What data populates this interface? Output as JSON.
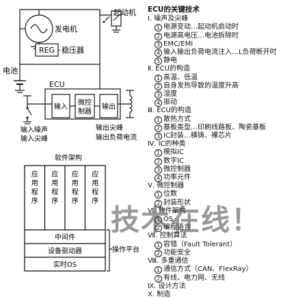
{
  "top_diagram": {
    "generator_label": "发电机",
    "starter_label": "起动机",
    "reg_label": "REG",
    "regulator_label": "稳压器",
    "battery_label": "电池",
    "ecu_label": "ECU",
    "input_block": "输入",
    "mcu_block_line1": "微控",
    "mcu_block_line2": "制器",
    "output_block": "输出",
    "input_noise_line1": "输入噪声",
    "input_noise_line2": "输入尖峰",
    "output_spike_line1": "输出尖峰",
    "output_spike_line2": "输出负荷电流"
  },
  "software_arch": {
    "title": "软件架构",
    "apps": [
      "应\n用\n程\n序",
      "应\n用\n程\n序",
      "应\n用\n程\n序",
      "应\n用\n程\n序"
    ],
    "middleware": "中间件",
    "device_driver": "设备驱动器",
    "rtos": "实时OS",
    "platform_label": "操作平台"
  },
  "tech_list": {
    "title": "ECU的关键技术",
    "sections": [
      {
        "label": "Ⅰ. 噪声及尖峰",
        "items": [
          {
            "num": "1",
            "text": "电源变动…起动机启动时"
          },
          {
            "num": "2",
            "text": "电源高电压…电池拆除时"
          },
          {
            "num": "3",
            "text": "EMC/EMI"
          },
          {
            "num": "4",
            "text": "输入输出负荷电流注入…L负荷断开时"
          },
          {
            "num": "5",
            "text": "静电"
          }
        ]
      },
      {
        "label": "Ⅱ. ECU的构造",
        "items": [
          {
            "num": "1",
            "text": "高温、低温"
          },
          {
            "num": "2",
            "text": "自身发热导致的温度升高"
          },
          {
            "num": "3",
            "text": "湿度"
          },
          {
            "num": "4",
            "text": "振动"
          }
        ]
      },
      {
        "label": "Ⅲ. ECU的构造",
        "items": [
          {
            "num": "1",
            "text": "散热方式"
          },
          {
            "num": "2",
            "text": "基板类型…印刷线路板、陶瓷基板"
          },
          {
            "num": "3",
            "text": "IC封装…横铸、裸芯片"
          }
        ]
      },
      {
        "label": "Ⅳ. IC的种类",
        "items": [
          {
            "num": "1",
            "text": "模拟IC"
          },
          {
            "num": "2",
            "text": "数字IC"
          },
          {
            "num": "3",
            "text": "微控制器"
          },
          {
            "num": "4",
            "text": "功率元件"
          }
        ]
      },
      {
        "label": "Ⅴ. 微控制器",
        "items": [
          {
            "num": "1",
            "text": "位数"
          },
          {
            "num": "2",
            "text": "封装形状"
          }
        ]
      },
      {
        "label": "Ⅵ. 软件架构",
        "items": [
          {
            "num": "1",
            "text": "OS"
          },
          {
            "num": "2",
            "text": "编程语言"
          }
        ]
      },
      {
        "label": "Ⅶ. 控制算法",
        "items": [
          {
            "num": "1",
            "text": "容错（Fault Tolerant）"
          },
          {
            "num": "2",
            "text": "功能安全"
          }
        ]
      },
      {
        "label": "Ⅷ. 多重通信",
        "items": [
          {
            "num": "1",
            "text": "通信方式（CAN、FlexRay）"
          },
          {
            "num": "2",
            "text": "有线、电力网、无线"
          }
        ]
      },
      {
        "label": "Ⅸ. 设计方法",
        "items": []
      },
      {
        "label": "Ⅹ. 制造",
        "items": []
      }
    ]
  },
  "watermark": "技术在线！"
}
